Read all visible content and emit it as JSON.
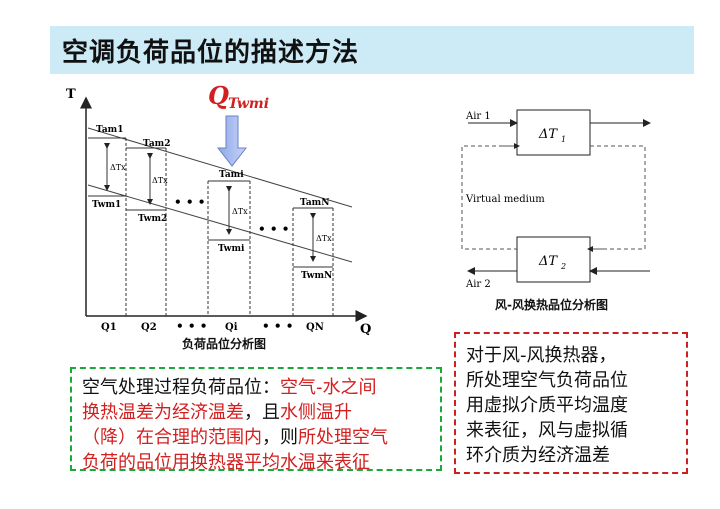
{
  "title": "空调负荷品位的描述方法",
  "left_diagram": {
    "caption": "负荷品位分析图",
    "axis_y": "T",
    "axis_x": "Q",
    "callout_q": "Q",
    "callout_sub": "Twmi",
    "labels": {
      "tam1": "Tam1",
      "tam2": "Tam2",
      "tami": "Tami",
      "tamN": "TamN",
      "twm1": "Twm1",
      "twm2": "Twm2",
      "twmi": "Twmi",
      "twmN": "TwmN",
      "dtx": "ΔTx",
      "q1": "Q1",
      "q2": "Q2",
      "qi": "Qi",
      "qn": "QN",
      "dots": "• • •"
    }
  },
  "right_diagram": {
    "caption": "风-风换热品位分析图",
    "air1": "Air 1",
    "air2": "Air 2",
    "dt1": "ΔT",
    "dt1_sub": "1",
    "dt2": "ΔT",
    "dt2_sub": "2",
    "virtual": "Virtual medium"
  },
  "left_box": {
    "l1a": "空气处理过程负荷品位：",
    "l1b": "空气-水之间",
    "l2a": "换热温差为经济温差",
    "l2b": "，且",
    "l2c": "水侧温升",
    "l3a": "（降）在合理的范围内",
    "l3b": "，则",
    "l3c": "所处理空气",
    "l4": "负荷的品位用换热器平均水温来表征"
  },
  "right_box": {
    "lines": [
      "对于风-风换热器，",
      "所处理空气负荷品位",
      "用虚拟介质平均温度",
      "来表征，风与虚拟循",
      "环介质为经济温差"
    ]
  }
}
